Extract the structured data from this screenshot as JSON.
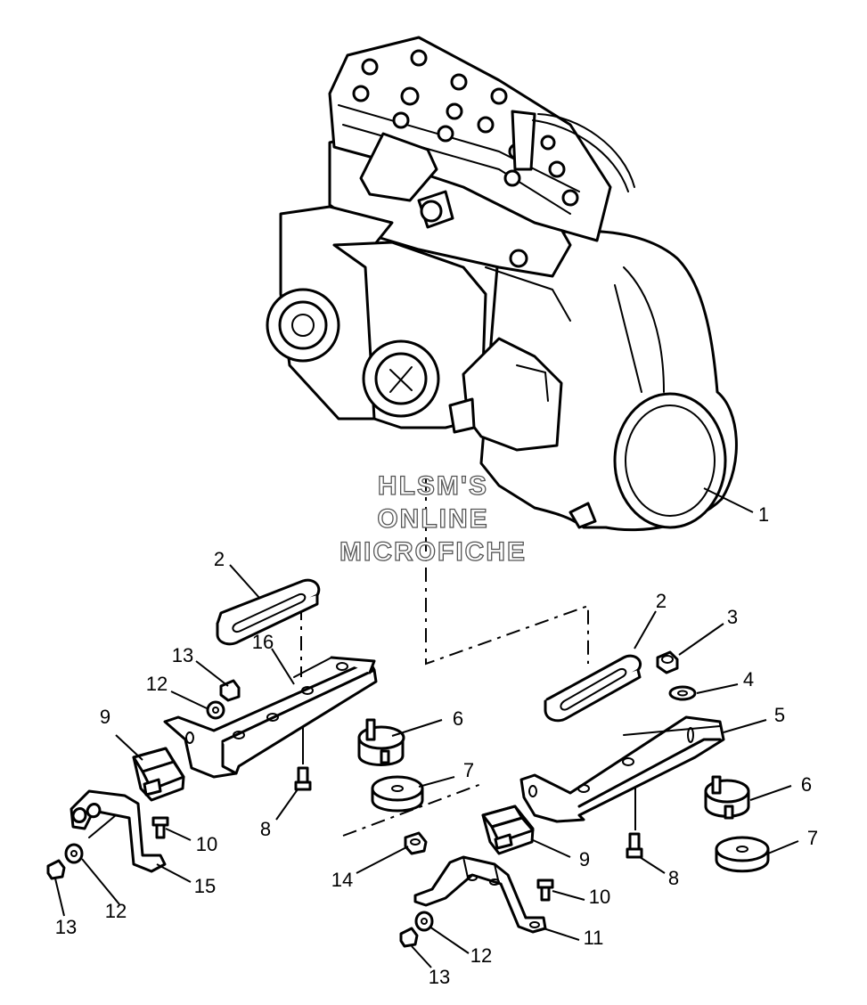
{
  "watermark": {
    "line1": "HLSM'S",
    "line2": "ONLINE",
    "line3": "MICROFICHE"
  },
  "callouts": [
    {
      "id": "engine",
      "label": "1"
    },
    {
      "id": "plate-left",
      "label": "2"
    },
    {
      "id": "plate-right",
      "label": "2"
    },
    {
      "id": "nut-top",
      "label": "3"
    },
    {
      "id": "washer-top",
      "label": "4"
    },
    {
      "id": "bracket-right",
      "label": "5"
    },
    {
      "id": "mount-center",
      "label": "6"
    },
    {
      "id": "mount-right",
      "label": "6"
    },
    {
      "id": "spacer-center",
      "label": "7"
    },
    {
      "id": "spacer-right",
      "label": "7"
    },
    {
      "id": "bolt-center",
      "label": "8"
    },
    {
      "id": "bolt-right",
      "label": "8"
    },
    {
      "id": "mount-left",
      "label": "9"
    },
    {
      "id": "mount-lower",
      "label": "9"
    },
    {
      "id": "screw-left",
      "label": "10"
    },
    {
      "id": "screw-lower",
      "label": "10"
    },
    {
      "id": "bracket-lower",
      "label": "11"
    },
    {
      "id": "washer-left-top",
      "label": "12"
    },
    {
      "id": "washer-left-bottom",
      "label": "12"
    },
    {
      "id": "washer-lower",
      "label": "12"
    },
    {
      "id": "nut-left-top",
      "label": "13"
    },
    {
      "id": "nut-left-bottom",
      "label": "13"
    },
    {
      "id": "nut-lower",
      "label": "13"
    },
    {
      "id": "nut-center",
      "label": "14"
    },
    {
      "id": "bracket-left",
      "label": "15"
    },
    {
      "id": "bracket-center",
      "label": "16"
    }
  ]
}
